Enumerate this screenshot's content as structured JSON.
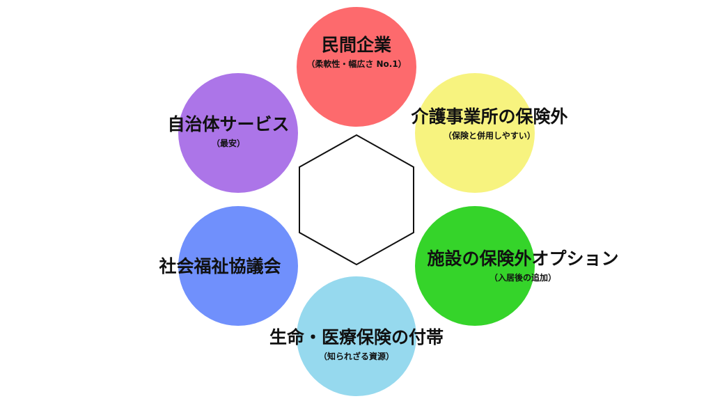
{
  "diagram": {
    "hexagon": {
      "stroke": "#111111",
      "fill": "#ffffff"
    },
    "nodes": [
      {
        "id": "minkan",
        "title": "民間企業",
        "subtitle": "（柔軟性・幅広さ No.1）",
        "color": "#fd6a6d"
      },
      {
        "id": "kaigo",
        "title": "介護事業所の保険外",
        "subtitle": "（保険と併用しやすい）",
        "color": "#f7f37f"
      },
      {
        "id": "shisetsu",
        "title": "施設の保険外オプション",
        "subtitle": "（入居後の追加）",
        "color": "#35d42a"
      },
      {
        "id": "seimei",
        "title": "生命・医療保険の付帯",
        "subtitle": "（知られざる資源）",
        "color": "#96d9ee"
      },
      {
        "id": "shakyo",
        "title": "社会福祉協議会",
        "subtitle": "",
        "color": "#7090fc"
      },
      {
        "id": "jichitai",
        "title": "自治体サービス",
        "subtitle": "（最安）",
        "color": "#ac75e8"
      }
    ]
  }
}
